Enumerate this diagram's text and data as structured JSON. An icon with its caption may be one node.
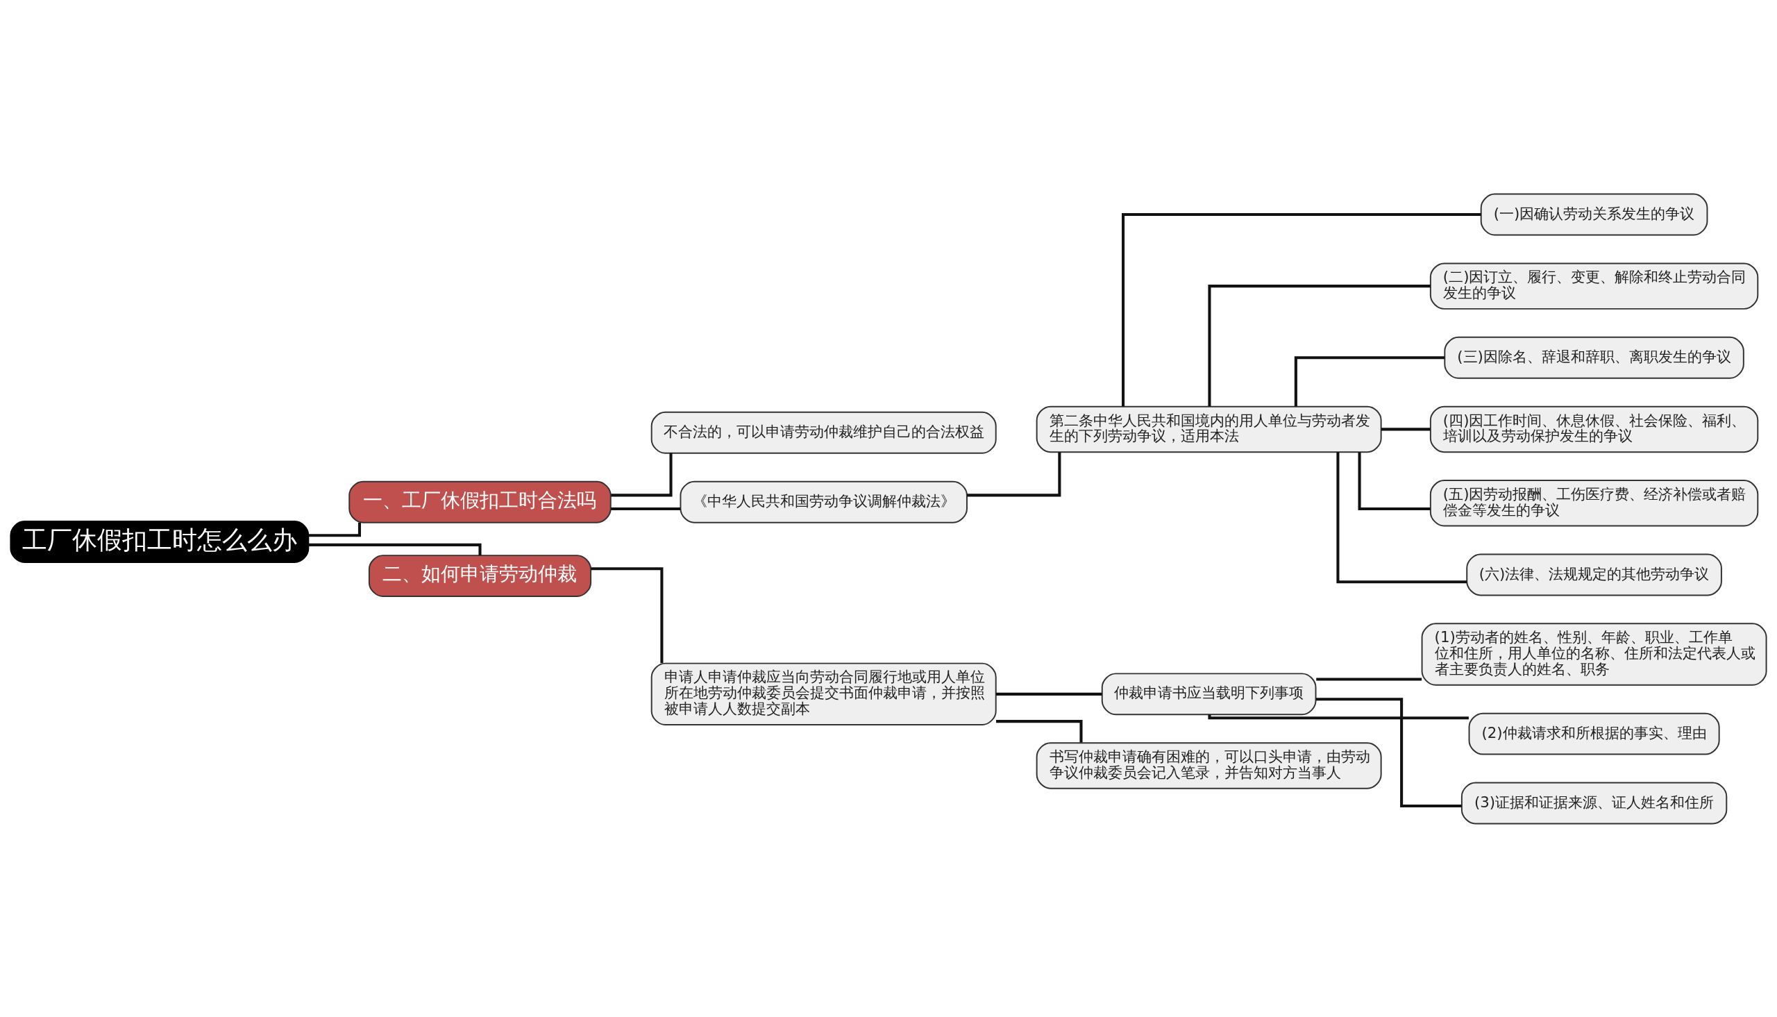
{
  "diagram": {
    "nodes": [
      {
        "text": [
          "工厂休假扣工时怎么么办"
        ]
      },
      {
        "text": [
          "一、工厂休假扣工时合法吗"
        ]
      },
      {
        "text": [
          "不合法的，可以申请劳动仲裁维护自己的合法权益"
        ]
      },
      {
        "text": [
          "《中华人民共和国劳动争议调解仲裁法》"
        ]
      },
      {
        "text": [
          "第二条中华人民共和国境内的用人单位与劳动者发生的下列劳动争议，适用本法"
        ]
      },
      {
        "text": [
          "(一)因确认劳动关系发生的争议"
        ]
      },
      {
        "text": [
          "(二)因订立、履行、变更、解除和终止劳动合同发生的争议"
        ]
      },
      {
        "text": [
          "(三)因除名、辞退和辞职、离职发生的争议"
        ]
      },
      {
        "text": [
          "(四)因工作时间、休息休假、社会保险、福利、培训以及劳动保护发生的争议"
        ]
      },
      {
        "text": [
          "(五)因劳动报酬、工伤医疗费、经济补偿或者赔偿金等发生的争议"
        ]
      },
      {
        "text": [
          "(六)法律、法规规定的其他劳动争议"
        ]
      },
      {
        "text": [
          "二、如何申请劳动仲裁"
        ]
      },
      {
        "text": [
          "申请人申请仲裁应当向劳动合同履行地或用人单位所在地劳动仲裁委员会提交书面仲裁申请，并按照被申请人人数提交副本"
        ]
      },
      {
        "text": [
          "仲裁申请书应当载明下列事项"
        ]
      },
      {
        "text": [
          "(1)劳动者的姓名、性别、年龄、职业、工作单位和住所，用人单位的名称、住所和法定代表人或者主要负责人的姓名、职务"
        ]
      },
      {
        "text": [
          "(2)仲裁请求和所根据的事实、理由"
        ]
      },
      {
        "text": [
          "(3)证据和证据来源、证人姓名和住所"
        ]
      },
      {
        "text": [
          "书写仲裁申请确有困难的，可以口头申请，由劳动争议仲裁委员会记入笔录，并告知对方当事人"
        ]
      }
    ],
    "edges": [
      {
        "from": 0,
        "to": 1,
        "arrow": "none"
      },
      {
        "from": 1,
        "to": 2,
        "arrow": "none"
      },
      {
        "from": 1,
        "to": 3,
        "arrow": "none"
      },
      {
        "from": 3,
        "to": 4,
        "arrow": "none"
      },
      {
        "from": 4,
        "to": 5,
        "arrow": "none"
      },
      {
        "from": 4,
        "to": 6,
        "arrow": "none"
      },
      {
        "from": 4,
        "to": 7,
        "arrow": "none"
      },
      {
        "from": 4,
        "to": 8,
        "arrow": "none"
      },
      {
        "from": 4,
        "to": 9,
        "arrow": "none"
      },
      {
        "from": 4,
        "to": 10,
        "arrow": "none"
      },
      {
        "from": 0,
        "to": 11,
        "arrow": "none"
      },
      {
        "from": 11,
        "to": 12,
        "arrow": "none"
      },
      {
        "from": 12,
        "to": 13,
        "arrow": "none"
      },
      {
        "from": 13,
        "to": 14,
        "arrow": "none"
      },
      {
        "from": 13,
        "to": 15,
        "arrow": "none"
      },
      {
        "from": 13,
        "to": 16,
        "arrow": "none"
      },
      {
        "from": 12,
        "to": 17,
        "arrow": "none"
      }
    ]
  }
}
